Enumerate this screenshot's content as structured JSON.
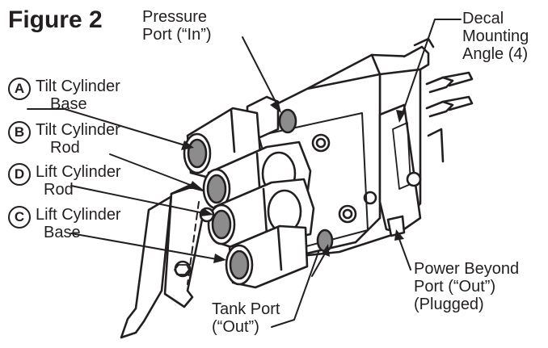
{
  "figure": {
    "title": "Figure 2"
  },
  "labels": {
    "pressure_port": [
      "Pressure",
      "Port (“In”)"
    ],
    "decal": [
      "Decal",
      "Mounting",
      "Angle (4)"
    ],
    "tilt_base": {
      "letter": "A",
      "line1": "Tilt Cylinder",
      "line2": "Base"
    },
    "tilt_rod": {
      "letter": "B",
      "line1": "Tilt Cylinder",
      "line2": "Rod"
    },
    "lift_rod": {
      "letter": "D",
      "line1": "Lift Cylinder",
      "line2": "Rod"
    },
    "lift_base": {
      "letter": "C",
      "line1": "Lift Cylinder",
      "line2": "Base"
    },
    "power_beyond": [
      "Power Beyond",
      "Port (“Out”)",
      "(Plugged)"
    ],
    "tank_port": [
      "Tank Port",
      "(“Out”)"
    ]
  },
  "colors": {
    "ink": "#231f20",
    "port_fill": "#8c8c8c",
    "paper": "#ffffff"
  }
}
